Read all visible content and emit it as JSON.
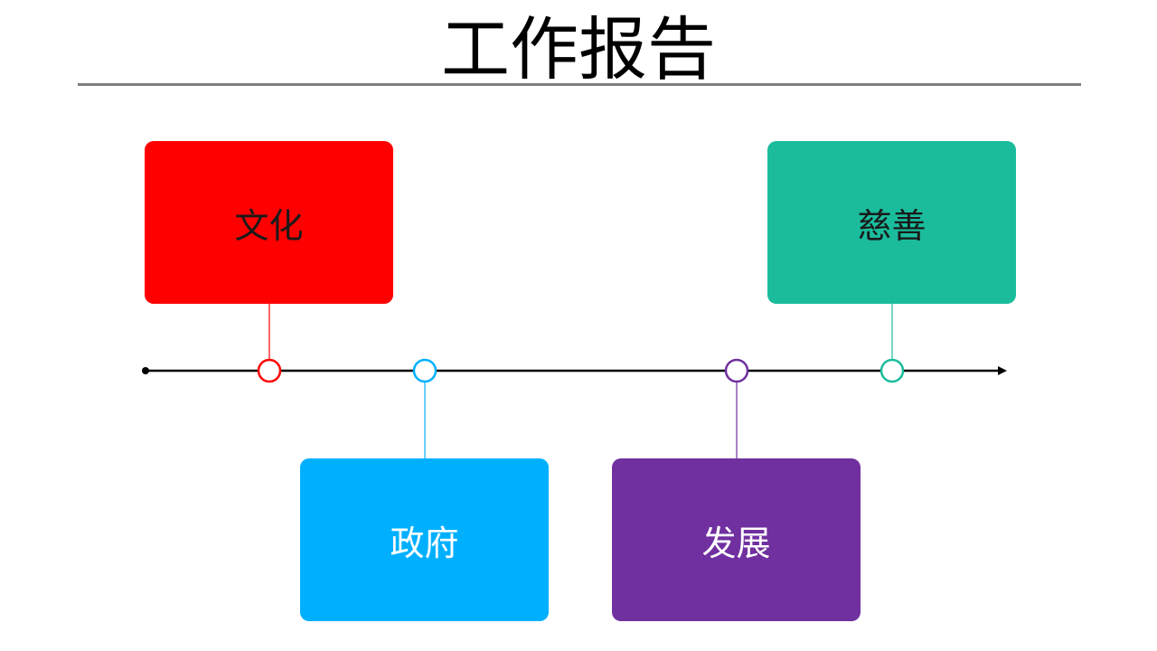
{
  "title": "工作报告",
  "items": [
    {
      "label": "文化",
      "color": "#ff0000",
      "text_color": "#1a1a1a",
      "position": "above"
    },
    {
      "label": "政府",
      "color": "#00b0ff",
      "text_color": "#ffffff",
      "position": "below"
    },
    {
      "label": "发展",
      "color": "#7030a0",
      "text_color": "#ffffff",
      "position": "below"
    },
    {
      "label": "慈善",
      "color": "#1abc9c",
      "text_color": "#1a1a1a",
      "position": "above"
    }
  ],
  "axis_color": "#000000",
  "title_rule_color": "#7f7f7f"
}
